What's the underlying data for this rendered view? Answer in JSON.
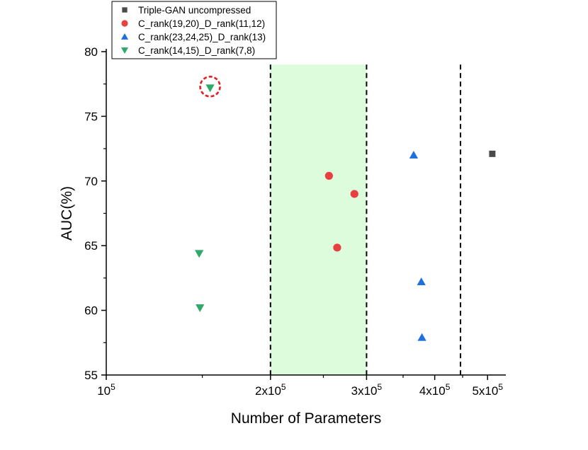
{
  "chart_data": {
    "type": "scatter",
    "xlabel": "Number of Parameters",
    "ylabel": "AUC(%)",
    "x_scale": "log",
    "xlim": [
      100000,
      540000
    ],
    "ylim": [
      55,
      80
    ],
    "x_ticks": [
      {
        "value": 100000,
        "base": "10",
        "exp": "5"
      },
      {
        "value": 200000,
        "base": "2x10",
        "exp": "5"
      },
      {
        "value": 300000,
        "base": "3x10",
        "exp": "5"
      },
      {
        "value": 400000,
        "base": "4x10",
        "exp": "5"
      },
      {
        "value": 500000,
        "base": "5x10",
        "exp": "5"
      }
    ],
    "y_ticks": [
      55,
      60,
      65,
      70,
      75,
      80
    ],
    "grid": false,
    "legend": {
      "position": "top-left"
    },
    "vlines": [
      200000,
      300000,
      446000
    ],
    "shaded_region": {
      "x": [
        200000,
        300000
      ],
      "color": "#dcfcdc"
    },
    "highlight": {
      "x": 155000,
      "y": 77.3,
      "color": "#e02020"
    },
    "series": [
      {
        "name": "Triple-GAN uncompressed",
        "marker": "square",
        "color": "#4a4a4a",
        "points": [
          {
            "x": 510000,
            "y": 72.1
          }
        ]
      },
      {
        "name": "C_rank(19,20)_D_rank(11,12)",
        "marker": "circle",
        "color": "#e84040",
        "points": [
          {
            "x": 256000,
            "y": 70.4
          },
          {
            "x": 285000,
            "y": 69.0
          },
          {
            "x": 265000,
            "y": 64.85
          }
        ]
      },
      {
        "name": "C_rank(23,24,25)_D_rank(13)",
        "marker": "triangle-up",
        "color": "#1f6fdc",
        "points": [
          {
            "x": 366000,
            "y": 72.0
          },
          {
            "x": 378000,
            "y": 62.2
          },
          {
            "x": 379000,
            "y": 57.9
          }
        ]
      },
      {
        "name": "C_rank(14,15)_D_rank(7,8)",
        "marker": "triangle-down",
        "color": "#2fa86a",
        "points": [
          {
            "x": 155000,
            "y": 77.2
          },
          {
            "x": 148000,
            "y": 64.4
          },
          {
            "x": 148500,
            "y": 60.2
          }
        ]
      }
    ]
  }
}
